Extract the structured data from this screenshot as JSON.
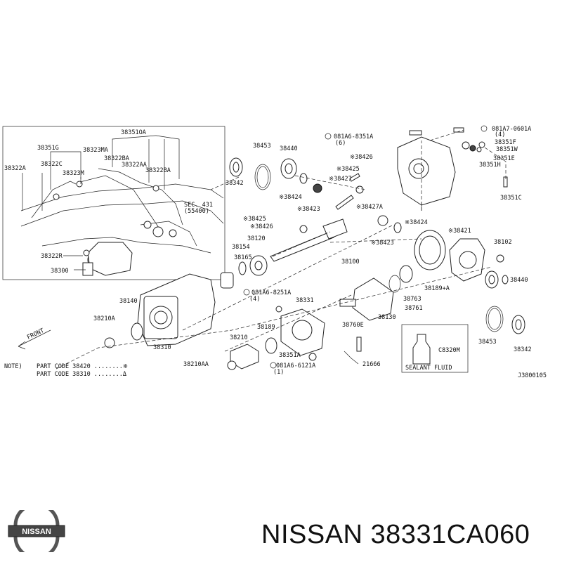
{
  "callouts": [
    {
      "id": "c383510a",
      "text": "38351OA"
    },
    {
      "id": "c38351g",
      "text": "38351G"
    },
    {
      "id": "c38323ma",
      "text": "38323MA"
    },
    {
      "id": "c38322a",
      "text": "38322A"
    },
    {
      "id": "c38322c",
      "text": "38322C"
    },
    {
      "id": "c38322ba",
      "text": "38322BA"
    },
    {
      "id": "c38322aa",
      "text": "38322AA"
    },
    {
      "id": "c38323m",
      "text": "38323M"
    },
    {
      "id": "c38322ba2",
      "text": "38322BA"
    },
    {
      "id": "csec1",
      "text": "SEC. 431"
    },
    {
      "id": "csec2",
      "text": "(55400)"
    },
    {
      "id": "c38322r",
      "text": "38322R"
    },
    {
      "id": "c38300",
      "text": "38300"
    },
    {
      "id": "c38453a",
      "text": "38453"
    },
    {
      "id": "c38440a",
      "text": "38440"
    },
    {
      "id": "c38342a",
      "text": "38342"
    },
    {
      "id": "cb1a",
      "text": "081A6-8351A"
    },
    {
      "id": "cb1b",
      "text": "(6)"
    },
    {
      "id": "c38426a",
      "text": "※38426"
    },
    {
      "id": "c38425a",
      "text": "※38425"
    },
    {
      "id": "c38427a",
      "text": "※38427"
    },
    {
      "id": "c38424a",
      "text": "※38424"
    },
    {
      "id": "c38423a",
      "text": "※38423"
    },
    {
      "id": "c38427aa",
      "text": "※38427A"
    },
    {
      "id": "cb2a",
      "text": "081A7-0601A"
    },
    {
      "id": "cb2b",
      "text": "(4)"
    },
    {
      "id": "c38351f",
      "text": "38351F"
    },
    {
      "id": "c38351w",
      "text": "38351W"
    },
    {
      "id": "c38351e",
      "text": "38351E"
    },
    {
      "id": "c38351h",
      "text": "38351H"
    },
    {
      "id": "c38351c",
      "text": "38351C"
    },
    {
      "id": "c38425b",
      "text": "※38425"
    },
    {
      "id": "c38426b",
      "text": "※38426"
    },
    {
      "id": "c38424b",
      "text": "※38424"
    },
    {
      "id": "c38423b",
      "text": "※38423"
    },
    {
      "id": "c38421",
      "text": "※38421"
    },
    {
      "id": "c38102",
      "text": "38102"
    },
    {
      "id": "c38154",
      "text": "38154"
    },
    {
      "id": "c38120",
      "text": "38120"
    },
    {
      "id": "c38165",
      "text": "38165"
    },
    {
      "id": "c38100",
      "text": "38100"
    },
    {
      "id": "c38440b",
      "text": "38440"
    },
    {
      "id": "c38189a",
      "text": "38189+A"
    },
    {
      "id": "c38763",
      "text": "38763"
    },
    {
      "id": "cb3a",
      "text": "081A6-8251A"
    },
    {
      "id": "cb3b",
      "text": "(4)"
    },
    {
      "id": "c38331",
      "text": "38331"
    },
    {
      "id": "c38761",
      "text": "38761"
    },
    {
      "id": "c38130",
      "text": "38130"
    },
    {
      "id": "c38760e",
      "text": "38760E"
    },
    {
      "id": "c38140",
      "text": "38140"
    },
    {
      "id": "c38210a",
      "text": "38210A"
    },
    {
      "id": "c38189",
      "text": "38189"
    },
    {
      "id": "c38210",
      "text": "38210"
    },
    {
      "id": "c38310",
      "text": "38310"
    },
    {
      "id": "c38351a",
      "text": "38351A"
    },
    {
      "id": "c21666",
      "text": "21666"
    },
    {
      "id": "cb4a",
      "text": "081A6-6121A"
    },
    {
      "id": "cb4b",
      "text": "(1)"
    },
    {
      "id": "c38210aa",
      "text": "38210AA"
    },
    {
      "id": "c38453b",
      "text": "38453"
    },
    {
      "id": "c38342b",
      "text": "38342"
    },
    {
      "id": "c38320m",
      "text": "C8320M"
    },
    {
      "id": "csealant",
      "text": "SEALANT FLUID"
    },
    {
      "id": "cfront",
      "text": "FRONT"
    },
    {
      "id": "cnote",
      "text": "NOTE)"
    },
    {
      "id": "cpc1",
      "text": "PART CODE  38420 ........※"
    },
    {
      "id": "cpc2",
      "text": "PART CODE  38310 ........Δ"
    },
    {
      "id": "cref",
      "text": "J3800105"
    }
  ],
  "brand": {
    "logo_text": "NISSAN",
    "caption": "NISSAN 38331CA060"
  }
}
